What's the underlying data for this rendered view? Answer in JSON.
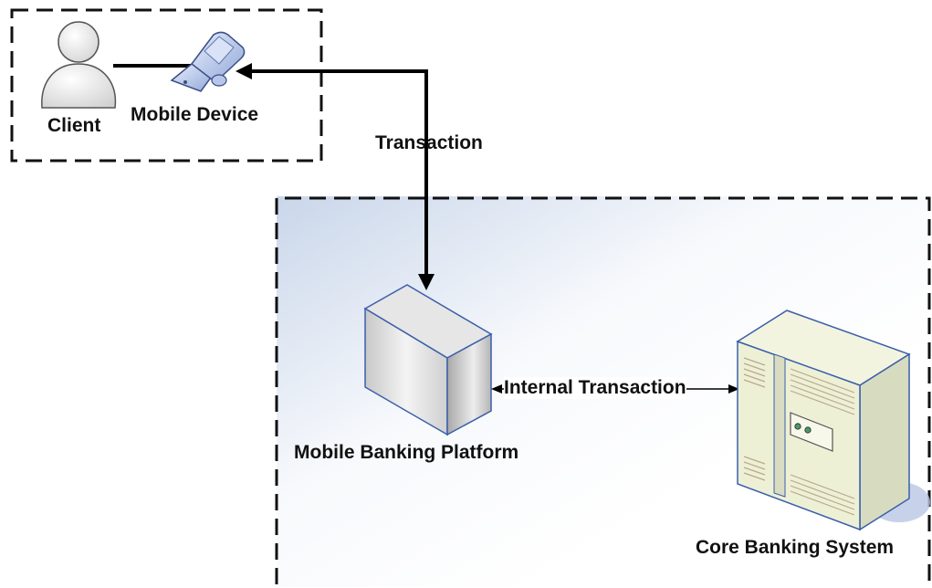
{
  "labels": {
    "client": "Client",
    "mobile_device": "Mobile Device",
    "transaction": "Transaction",
    "internal_transaction": "Internal Transaction",
    "mobile_banking_platform": "Mobile Banking Platform",
    "core_banking_system": "Core Banking System"
  },
  "icons": {
    "client": "person-icon",
    "mobile_device": "flip-phone-icon",
    "platform": "server-box-icon",
    "core": "mainframe-server-icon"
  },
  "colors": {
    "boundary": "#111111",
    "arrow": "#000000",
    "panel_fill_top": "#c9d6ea",
    "server_edge": "#3a5faa",
    "core_fill": "#eef0d6"
  }
}
